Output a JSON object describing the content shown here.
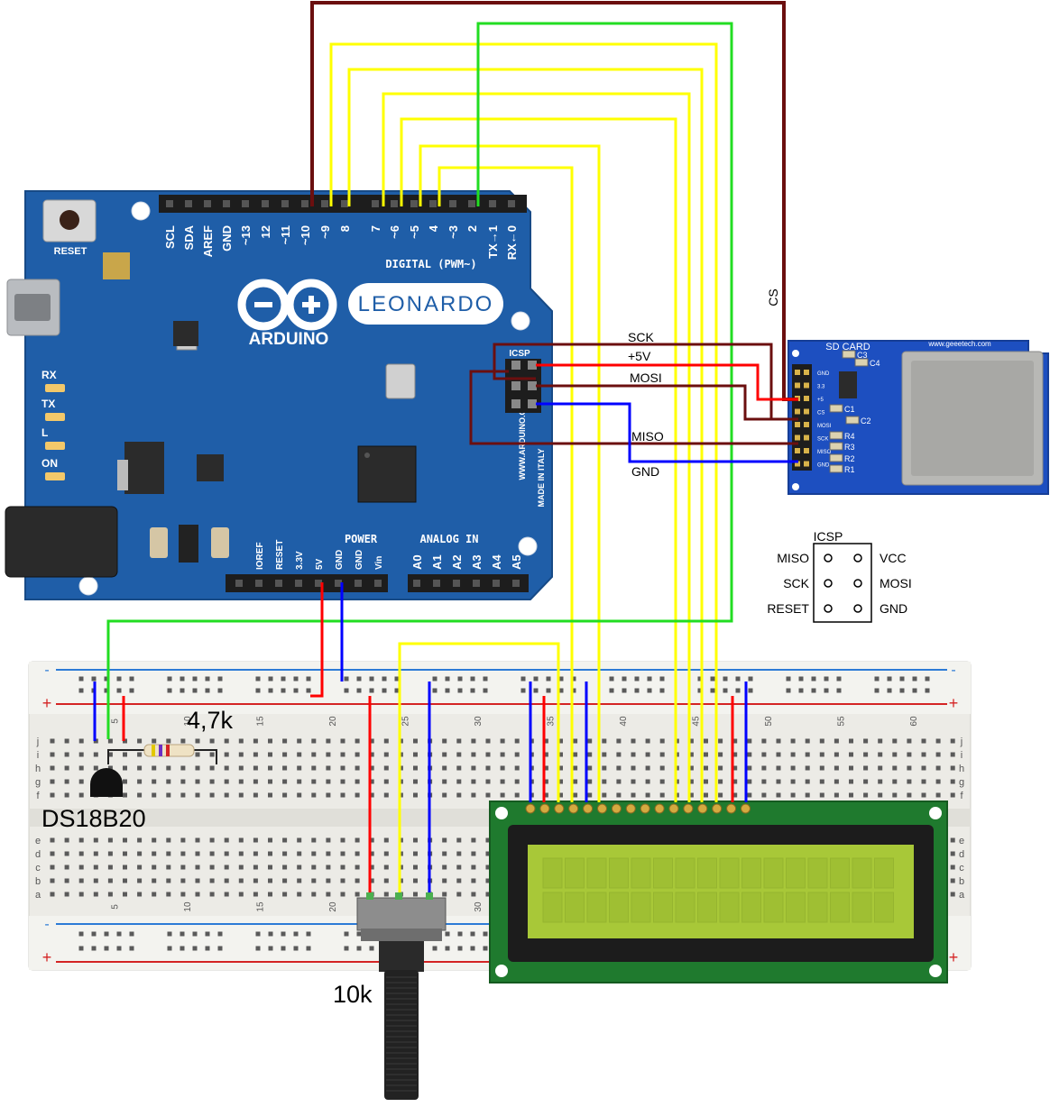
{
  "arduino": {
    "brand": "ARDUINO",
    "model": "LEONARDO",
    "reset_label": "RESET",
    "icsp_label": "ICSP",
    "digital_label": "DIGITAL (PWM~)",
    "power_label": "POWER",
    "analog_label": "ANALOG IN",
    "website": "WWW.ARDUINO.CC",
    "made_in": "MADE IN ITALY",
    "digital_pins": [
      "SCL",
      "SDA",
      "AREF",
      "GND",
      "~13",
      "12",
      "~11",
      "~10",
      "~9",
      "8",
      "7",
      "~6",
      "~5",
      "4",
      "~3",
      "2",
      "TX→1",
      "RX←0"
    ],
    "power_pins": [
      "IOREF",
      "RESET",
      "3.3V",
      "5V",
      "GND",
      "GND",
      "Vin"
    ],
    "analog_pins": [
      "A0",
      "A1",
      "A2",
      "A3",
      "A4",
      "A5"
    ],
    "leds": [
      "RX",
      "TX",
      "L",
      "ON"
    ]
  },
  "sd_module": {
    "title": "SD CARD",
    "website": "www.geeetech.com",
    "pins": [
      "GND",
      "3.3",
      "+5",
      "CS",
      "MOSI",
      "SCK",
      "MISO",
      "GND"
    ],
    "components": [
      "C3",
      "C4",
      "C1",
      "C2",
      "R4",
      "R3",
      "R2",
      "R1"
    ]
  },
  "wire_labels": {
    "cs": "CS",
    "sck": "SCK",
    "vcc": "+5V",
    "mosi": "MOSI",
    "miso": "MISO",
    "gnd": "GND"
  },
  "icsp_diagram": {
    "title": "ICSP",
    "left": [
      "MISO",
      "SCK",
      "RESET"
    ],
    "right": [
      "VCC",
      "MOSI",
      "GND"
    ]
  },
  "breadboard": {
    "row_letters_top": [
      "j",
      "i",
      "h",
      "g",
      "f"
    ],
    "row_letters_bottom": [
      "e",
      "d",
      "c",
      "b",
      "a"
    ],
    "column_numbers": [
      "5",
      "10",
      "15",
      "20",
      "25",
      "30",
      "35",
      "40",
      "45",
      "50",
      "55",
      "60"
    ],
    "rail_minus": "-",
    "rail_plus": "+"
  },
  "parts": {
    "resistor_label": "4,7k",
    "sensor_label": "DS18B20",
    "pot_label": "10k"
  },
  "colors": {
    "board_blue": "#1f5ea8",
    "wire_darkred": "#6b0f0f",
    "wire_yellow": "#ffff00",
    "wire_green": "#22dd22",
    "wire_red": "#ff0000",
    "wire_blue": "#0000ff",
    "lcd_green": "#a8c838"
  }
}
